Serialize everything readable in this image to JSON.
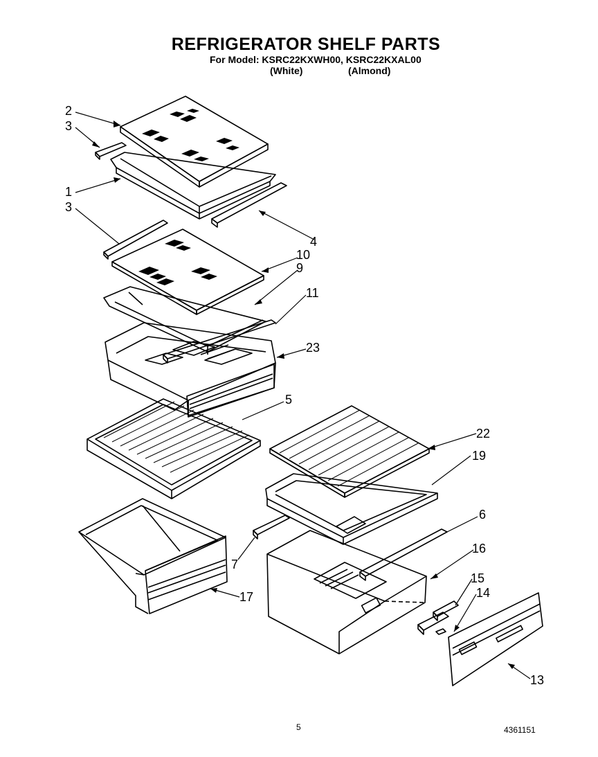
{
  "header": {
    "title": "REFRIGERATOR SHELF PARTS",
    "model_line": "For Model: KSRC22KXWH00, KSRC22KXAL00",
    "variant_white": "(White)",
    "variant_almond": "(Almond)"
  },
  "callouts": {
    "n2": "2",
    "n3a": "3",
    "n1": "1",
    "n3b": "3",
    "n4": "4",
    "n10": "10",
    "n9": "9",
    "n11": "11",
    "n23": "23",
    "n5": "5",
    "n22": "22",
    "n19": "19",
    "n6": "6",
    "n7": "7",
    "n16": "16",
    "n17": "17",
    "n15": "15",
    "n14": "14",
    "n13": "13"
  },
  "footer": {
    "page_number": "5",
    "doc_number": "4361151"
  }
}
